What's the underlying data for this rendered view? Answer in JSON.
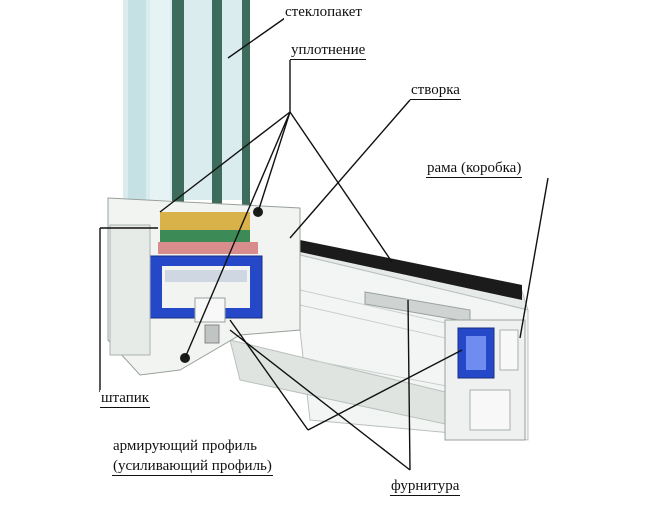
{
  "labels": {
    "glass_unit": "стеклопакет",
    "seal": "уплотнение",
    "sash": "створка",
    "frame": "рама (коробка)",
    "glazing_bead": "штапик",
    "reinforcing_profile": "армирующий профиль",
    "reinforcing_profile_alt": "(усиливающий профиль)",
    "hardware": "фурнитура"
  },
  "colors": {
    "glass": "#cfe6e8",
    "glass_spacer": "#3d6b5c",
    "pvc": "#f2f4f2",
    "pvc_shade": "#d5dad7",
    "reinforcement": "#2448c8",
    "gasket": "#1b1b1b",
    "sealant_green": "#3c8a55",
    "spacer_pink": "#d98c8c",
    "desiccant": "#d9b24a"
  }
}
